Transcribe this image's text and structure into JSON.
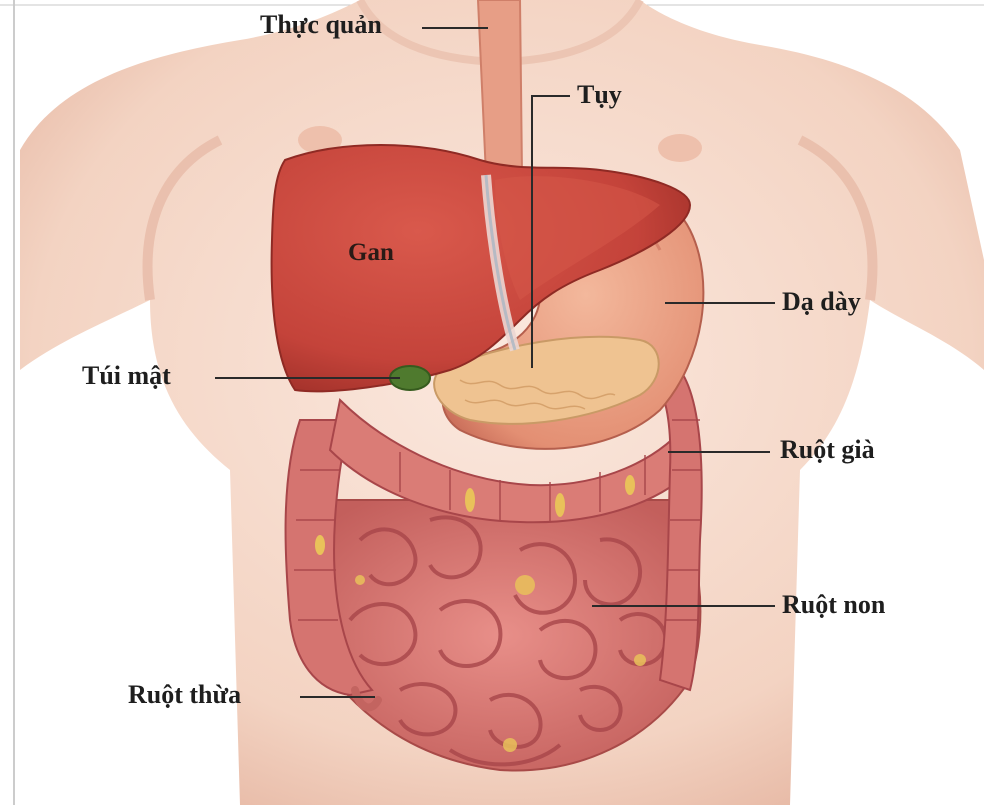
{
  "diagram": {
    "labels": {
      "esophagus": "Thực quản",
      "pancreas": "Tụy",
      "liver": "Gan",
      "stomach": "Dạ dày",
      "gallbladder": "Túi mật",
      "large_intestine": "Ruột già",
      "small_intestine": "Ruột non",
      "appendix": "Ruột thừa"
    },
    "colors": {
      "skin": "#f6ddd0",
      "skin_shadow": "#e7b9a6",
      "liver": "#c9473d",
      "liver_dark": "#a8352d",
      "stomach": "#e59a7c",
      "pancreas": "#efc28f",
      "intestine": "#d77872",
      "intestine_dark": "#b14e4c",
      "gallbladder": "#4f7a2e",
      "leader_line": "#2a2a2a"
    }
  }
}
